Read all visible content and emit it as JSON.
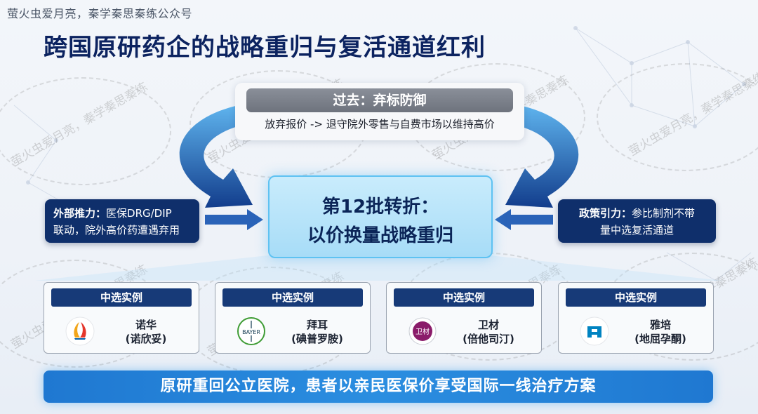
{
  "watermark": {
    "top_text": "萤火虫爱月亮，秦学秦思秦练公众号",
    "repeat_text": "萤火虫爱月亮，秦学秦思秦练"
  },
  "title": "跨国原研药企的战略重归与复活通道红利",
  "past": {
    "heading": "过去：弃标防御",
    "description": "放弃报价 -> 退守院外零售与自费市场以维持高价"
  },
  "center": {
    "line1": "第12批转折：",
    "line2": "以价换量战略重归"
  },
  "left_push": {
    "label": "外部推力：",
    "text1": "医保DRG/DIP",
    "text2": "联动，院外高价药遭遇弃用"
  },
  "right_pull": {
    "label": "政策引力：",
    "text1": "参比制剂不带",
    "text2": "量中选复活通道"
  },
  "cases": [
    {
      "badge": "中选实例",
      "company": "诺华",
      "drug": "(诺欣妥)",
      "logo": "novartis-logo"
    },
    {
      "badge": "中选实例",
      "company": "拜耳",
      "drug": "(碘普罗胺)",
      "logo": "bayer-logo",
      "logo_text": "BAYER"
    },
    {
      "badge": "中选实例",
      "company": "卫材",
      "drug": "(倍他司汀)",
      "logo": "eisai-logo",
      "logo_text": "卫材"
    },
    {
      "badge": "中选实例",
      "company": "雅培",
      "drug": "(地屈孕酮)",
      "logo": "abbott-logo"
    }
  ],
  "banner": "原研重回公立医院，患者以亲民医保价享受国际一线治疗方案",
  "colors": {
    "navy": "#0f2f6b",
    "center_fill": "#b6e3fa",
    "banner": "#2486d8",
    "arrow": "#1d5fc4"
  }
}
